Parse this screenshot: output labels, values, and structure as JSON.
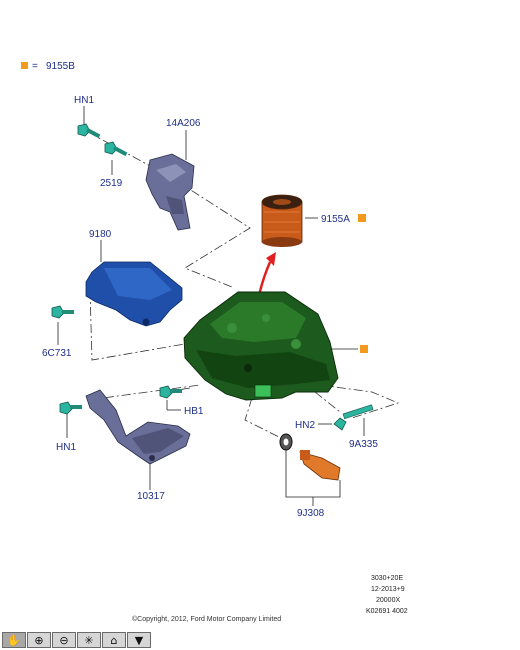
{
  "legend": {
    "marker_color": "#f39a1e",
    "equals": "=",
    "code": "9155B"
  },
  "labels": {
    "hn1_top": "HN1",
    "p14a206": "14A206",
    "p2519": "2519",
    "p9155a": "9155A",
    "p9180": "9180",
    "p6c731": "6C731",
    "hb1": "HB1",
    "hn2": "HN2",
    "p9a335": "9A335",
    "hn1_bottom": "HN1",
    "p10317": "10317",
    "p9j308": "9J308"
  },
  "meta": {
    "line1": "3030+20E",
    "line2": "12-2013+9",
    "line3": "20000X",
    "line4": "K02691 4002"
  },
  "copyright": "©Copyright, 2012, Ford Motor Company Limited",
  "colors": {
    "label": "#1f2f8a",
    "pump": "#1d5a1d",
    "bracket": "#6a6f9a",
    "filter": "#c85a1a",
    "bolt": "#2bb5a0",
    "cover": "#1f4fa8",
    "arrow": "#e02020"
  },
  "toolbar": [
    {
      "name": "pan-tool-icon",
      "glyph": "✋"
    },
    {
      "name": "zoom-in-icon",
      "glyph": "⊕"
    },
    {
      "name": "zoom-out-icon",
      "glyph": "⊖"
    },
    {
      "name": "fit-icon",
      "glyph": "✳"
    },
    {
      "name": "home-icon",
      "glyph": "⌂"
    },
    {
      "name": "dropdown-icon",
      "glyph": "▼"
    }
  ]
}
